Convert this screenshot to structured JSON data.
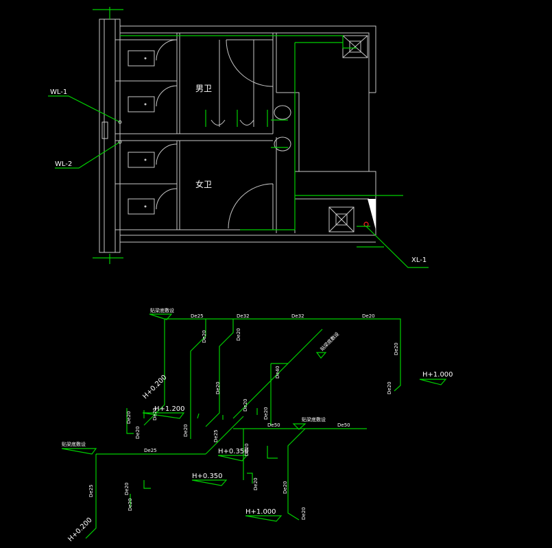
{
  "plan": {
    "room_men": "男卫",
    "room_women": "女卫",
    "label_wl1": "WL-1",
    "label_wl2": "WL-2",
    "label_xl1": "XL-1"
  },
  "system": {
    "floor_labels": [
      "贴梁底敷设",
      "贴梁底敷设",
      "贴梁底敷设",
      "贴梁底敷设"
    ],
    "elevations": [
      "H+0.200",
      "H+1.200",
      "H+0.350",
      "H+0.350",
      "H+1.000",
      "H+1.000",
      "H+0.200"
    ],
    "pipe_sizes": {
      "top_de25": "De25",
      "top_de32a": "De32",
      "top_de32b": "De32",
      "top_de20": "De20",
      "de20": "De20",
      "de40": "De40",
      "de50": "De50",
      "de25": "De25"
    }
  },
  "colors": {
    "background": "#000000",
    "walls": "#c8c8c8",
    "pipes": "#00d000",
    "text": "#ffffff",
    "accent": "#ff2020"
  }
}
